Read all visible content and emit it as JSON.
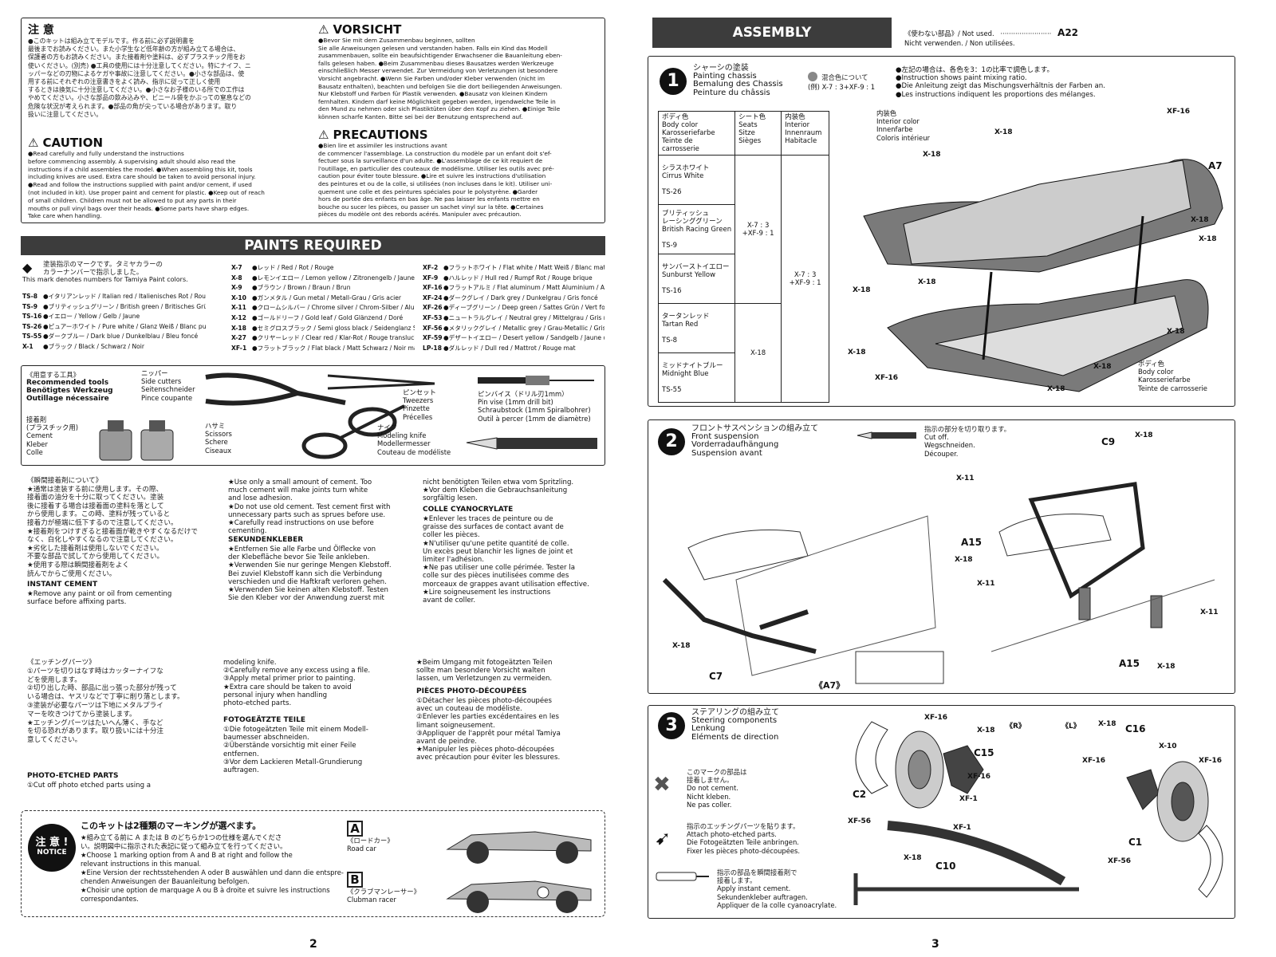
{
  "left": {
    "caution_jp": {
      "title": "注 意",
      "text": "●このキットは組み立てモデルです。作る前に必ず説明書を\n最後までお読みください。また小学生など低年齢の方が組み立てる場合は、\n保護者の方もお読みください。また接着剤や塗料は、必ずプラスチック用をお\n使いください。(別売) ●工具の使用には十分注意してください。特にナイフ、ニ\nッパーなどの刃物によるケガや事故に注意してください。●小さな部品は、使\n用する前にそれぞれの注意書きをよく読み、指示に従って正しく使用\nするときは換気に十分注意してください。●小さなお子様のいる所での工作は\nやめてください。小さな部品の飲み込みや、ビニール袋をかぶっての窒息などの\n危険な状況が考えられます。●部品の角が尖っている場合があります。取り\n扱いに注意してください。"
    },
    "vorsicht": {
      "title": "VORSICHT",
      "text": "●Bevor Sie mit dem Zusammenbau beginnen, sollten\nSie alle Anweisungen gelesen und verstanden haben. Falls ein Kind das Modell\nzusammenbauen, sollte ein beaufsichtigender Erwachsener die Bauanleitung eben-\nfalls gelesen haben. ●Beim Zusammenbau dieses Bausatzes werden Werkzeuge\neinschließlich Messer verwendet. Zur Vermeidung von Verletzungen ist besondere\nVorsicht angebracht. ●Wenn Sie Farben und/oder Kleber verwenden (nicht im\nBausatz enthalten), beachten und befolgen Sie die dort beiliegenden Anweisungen.\nNur Klebstoff und Farben für Plastik verwenden. ●Bausatz von kleinen Kindern\nfernhalten. Kindern darf keine Möglichkeit gegeben werden, irgendwelche Teile in\nden Mund zu nehmen oder sich Plastiktüten über den Kopf zu ziehen. ●Einige Teile\nkönnen scharfe Kanten. Bitte sei bei der Benutzung entsprechend auf."
    },
    "caution_en": {
      "title": "CAUTION",
      "text": "●Read carefully and fully understand the instructions\nbefore commencing assembly. A supervising adult should also read the\ninstructions if a child assembles the model. ●When assembling this kit, tools\nincluding knives are used. Extra care should be taken to avoid personal injury.\n●Read and follow the instructions supplied with paint and/or cement, if used\n(not included in kit). Use proper paint and cement for plastic. ●Keep out of reach\nof small children. Children must not be allowed to put any parts in their\nmouths or pull vinyl bags over their heads. ●Some parts have sharp edges.\nTake care when handling."
    },
    "precautions": {
      "title": "PRECAUTIONS",
      "text": "●Bien lire et assimiler les instructions avant\nde commencer l'assemblage. La construction du modèle par un enfant doit s'ef-\nfectuer sous la surveillance d'un adulte. ●L'assemblage de ce kit requiert de\nl'outillage, en particulier des couteaux de modélisme. Utiliser les outils avec pré-\ncaution pour éviter toute blessure. ●Lire et suivre les instructions d'utilisation\ndes peintures et ou de la colle, si utilisées (non incluses dans le kit). Utiliser uni-\nquement une colle et des peintures spéciales pour le polystyrène. ●Garder\nhors de portée des enfants en bas âge. Ne pas laisser les enfants mettre en\nbouche ou sucer les pièces, ou passer un sachet vinyl sur la tête. ●Certaines\npièces du modèle ont des rebords acérés. Manipuler avec précaution."
    },
    "paints_title": "PAINTS REQUIRED",
    "paints_intro_jp": "塗装指示のマークです。タミヤカラーの\nカラーナンバーで指示しました。",
    "paints_intro_en": "This mark denotes numbers for Tamiya Paint colors.",
    "paints_col1": [
      [
        "TS-8",
        "●イタリアンレッド / Italian red / Italienisches Rot / Rouge Italien"
      ],
      [
        "TS-9",
        "●ブリティッシュグリーン / British green / Britisches Grün / Vert Anglais"
      ],
      [
        "TS-16",
        "●イエロー / Yellow / Gelb / Jaune"
      ],
      [
        "TS-26",
        "●ピュアーホワイト / Pure white / Glanz Weiß / Blanc pur"
      ],
      [
        "TS-55",
        "●ダークブルー / Dark blue / Dunkelblau / Bleu foncé"
      ],
      [
        "X-1",
        "●ブラック / Black / Schwarz / Noir"
      ]
    ],
    "paints_col2": [
      [
        "X-7",
        "●レッド / Red / Rot / Rouge"
      ],
      [
        "X-8",
        "●レモンイエロー / Lemon yellow / Zitronengelb / Jaune citron"
      ],
      [
        "X-9",
        "●ブラウン / Brown / Braun / Brun"
      ],
      [
        "X-10",
        "●ガンメタル / Gun metal / Metall-Grau / Gris acier"
      ],
      [
        "X-11",
        "●クロームシルバー / Chrome silver / Chrom-Silber / Aluminium chromé"
      ],
      [
        "X-12",
        "●ゴールドリーフ / Gold leaf / Gold Glänzend / Doré"
      ],
      [
        "X-18",
        "●セミグロスブラック / Semi gloss black / Seidenglanz Schwarz / Noir satiné"
      ],
      [
        "X-27",
        "●クリヤーレッド / Clear red / Klar-Rot / Rouge translucide"
      ],
      [
        "XF-1",
        "●フラットブラック / Flat black / Matt Schwarz / Noir mat"
      ]
    ],
    "paints_col3": [
      [
        "XF-2",
        "●フラットホワイト / Flat white / Matt Weiß / Blanc mat"
      ],
      [
        "XF-9",
        "●ハルレッド / Hull red / Rumpf Rot / Rouge brique"
      ],
      [
        "XF-16",
        "●フラットアルミ / Flat aluminum / Matt Aluminium / Aluminium mat"
      ],
      [
        "XF-24",
        "●ダークグレイ / Dark grey / Dunkelgrau / Gris foncé"
      ],
      [
        "XF-26",
        "●ディープグリーン / Deep green / Sattes Grün / Vert foncé"
      ],
      [
        "XF-53",
        "●ニュートラルグレイ / Neutral grey / Mittelgrau / Gris neutre"
      ],
      [
        "XF-56",
        "●メタリックグレイ / Metallic grey / Grau-Metallic / Gris métallisé"
      ],
      [
        "XF-59",
        "●デザートイエロー / Desert yellow / Sandgelb / Jaune désert"
      ],
      [
        "LP-18",
        "●ダルレッド / Dull red / Mattrot / Rouge mat"
      ]
    ],
    "tools": {
      "title_jp": "《用意する工具》",
      "title_en": "Recommended tools",
      "title_de": "Benötigtes Werkzeug",
      "title_fr": "Outillage nécessaire",
      "cement": "接着剤\n(プラスチック用)\nCement\nKleber\nColle",
      "nipper": "ニッパー\nSide cutters\nSeitenschneider\nPince coupante",
      "scissors": "ハサミ\nScissors\nSchere\nCiseaux",
      "tweezers": "ピンセット\nTweezers\nPinzette\nPrécelles",
      "pinvise": "ピンバイス（ドリル刃1mm）\nPin vise (1mm drill bit)\nSchraubstock (1mm Spiralbohrer)\nOutil à percer (1mm de diamètre)",
      "knife": "ナイフ\nModeling knife\nModellermesser\nCouteau de modéliste"
    },
    "cement_jp": "《瞬間接着剤について》\n★通常は塗装する前に使用します。その際、\n接着面の油分を十分に取ってください。塗装\n後に接着する場合は接着面の塗料を落として\nから使用します。この時、塗料が残っていると\n接着力が極端に低下するので注意してください。\n★接着剤をつけすぎると接着面が乾きやすくなるだけで\nなく、白化しやすくなるので注意してください。\n★劣化した接着剤は使用しないでください。\n不要な部品で試してから使用してください。\n★使用する際は瞬間接着剤をよく\n読んでからご使用ください。",
    "cement_en_head": "INSTANT CEMENT",
    "cement_en": "★Remove any paint or oil from cementing\nsurface before affixing parts.",
    "cement_mid": "★Use only a small amount of cement. Too\nmuch cement will make joints turn white\nand lose adhesion.\n★Do not use old cement. Test cement first with\nunnecessary parts such as sprues before use.\n★Carefully read instructions on use before\ncementing.",
    "cement_de_head": "SEKUNDENKLEBER",
    "cement_de": "★Entfernen Sie alle Farbe und Ölflecke von\nder Klebefläche bevor Sie Teile ankleben.\n★Verwenden Sie nur geringe Mengen Klebstoff.\nBei zuviel Klebstoff kann sich die Verbindung\nverschieden und die Haftkraft verloren gehen.\n★Verwenden Sie keinen alten Klebstoff. Testen\nSie den Kleber vor der Anwendung zuerst mit",
    "cement_right": "nicht benötigten Teilen etwa vom Spritzling.\n★Vor dem Kleben die Gebrauchsanleitung\nsorgfältig lesen.",
    "cement_fr_head": "COLLE CYANOCRYLATE",
    "cement_fr": "★Enlever les traces de peinture ou de\ngraisse des surfaces de contact avant de\ncoller les pièces.\n★N'utiliser qu'une petite quantité de colle.\nUn excès peut blanchir les lignes de joint et\nlimiter l'adhésion.\n★Ne pas utiliser une colle périmée. Tester la\ncolle sur des pièces inutilisées comme des\nmorceaux de grappes avant utilisation effective.\n★Lire soigneusement les instructions\navant de coller.",
    "etch_jp": "《エッチングパーツ》\n①パーツを切りはなす時はカッターナイフな\nどを使用します。\n②切り出した時、部品に出っ張った部分が残って\nいる場合は、ヤスリなどで丁寧に削り落とします。\n③塗装が必要なパーツは下地にメタルプライ\nマーを吹きつけてから塗装します。\n★エッチングパーツはたいへん薄く、手など\nを切る恐れがあります。取り扱いには十分注\n意してください。",
    "etch_en_head": "PHOTO-ETCHED PARTS",
    "etch_en": "①Cut off photo etched parts using a",
    "etch_mid": "modeling knife.\n②Carefully remove any excess using a file.\n③Apply metal primer prior to painting.\n★Extra care should be taken to avoid\npersonal injury when handling\nphoto-etched parts.",
    "etch_de_head": "FOTOGEÄTZTE TEILE",
    "etch_de": "①Die fotogeätzten Teile mit einem Modell-\nbaumesser abschneiden.\n②Überstände vorsichtig mit einer Feile\nentfernen.\n③Vor dem Lackieren Metall-Grundierung\nauftragen.",
    "etch_right": "★Beim Umgang mit fotogeätzten Teilen\nsollte man besondere Vorsicht walten\nlassen, um Verletzungen zu vermeiden.",
    "etch_fr_head": "PIÈCES PHOTO-DÉCOUPÉES",
    "etch_fr": "①Détacher les pièces photo-découpées\navec un couteau de modéliste.\n②Enlever les parties excédentaires en les\nlimant soigneusement.\n③Appliquer de l'apprêt pour métal Tamiya\navant de peindre.\n★Manipuler les pièces photo-découpées\navec précaution pour éviter les blessures.",
    "notice_badge_jp": "注 意 !",
    "notice_badge_en": "NOTICE",
    "notice_title": "このキットは2種類のマーキングが選べます。",
    "notice_text": "★組み立てる前に A または B のどちらか1つの仕様を選んでくださ\nい。説明図中に指示された表記に従って組み立てを行ってください。\n★Choose 1 marking option from A and B at right and follow the\nrelevant instructions in this manual.\n★Eine Version der rechtsstehenden A oder B auswählen und dann die entspre-\nchenden Anweisungen der Bauanleitung befolgen.\n★Choisir une option de marquage A ou B à droite et suivre les instructions\ncorrespondantes.",
    "option_a_letter": "A",
    "option_a_jp": "《ロードカー》",
    "option_a_en": "Road car",
    "option_b_letter": "B",
    "option_b_jp": "《クラブマンレーサー》",
    "option_b_en": "Clubman racer",
    "page": "2"
  },
  "right": {
    "assembly_title": "ASSEMBLY",
    "notused_jp": "《使わない部品》/ Not used.",
    "notused_part": "A22",
    "notused_rest": "Nicht verwenden. / Non utilisées.",
    "step1": {
      "num": "1",
      "jp": "シャーシの塗装",
      "en": "Painting chassis",
      "de": "Bemalung des Chassis",
      "fr": "Peinture du châssis",
      "mix_jp": "混合色について",
      "mix_ex": "(例) X-7 : 3+XF-9 : 1",
      "mix_note": "●左記の場合は、各色を3：1の比率で調色します。\n●Instruction shows paint mixing ratio.\n●Die Anleitung zeigt das Mischungsverhältnis der Farben an.\n●Les instructions indiquent les proportions des mélanges.",
      "table_head": [
        "ボディ色\nBody color\nKarosseriefarbe\nTeinte de\ncarrosserie",
        "シート色\nSeats\nSitze\nSièges",
        "内装色\nInterior\nInnenraum\nHabitacle"
      ],
      "table_rows": [
        [
          "シラスホワイト\nCirrus White\n\nTS-26"
        ],
        [
          "ブリティッシュ\nレーシンググリーン\nBritish Racing Green\n\nTS-9"
        ],
        [
          "サンバーストイエロー\nSunburst Yellow\n\nTS-16"
        ],
        [
          "タータンレッド\nTartan Red\n\nTS-8"
        ],
        [
          "ミッドナイトブルー\nMidnight Blue\n\nTS-55"
        ]
      ],
      "seat_a": "X-7 : 3\n+XF-9 : 1",
      "seat_b": "X-18",
      "int_a": "X-7 : 3\n+XF-9 : 1",
      "interior_label": "内装色\nInterior color\nInnenfarbe\nColoris intérieur",
      "body_label": "ボディ色\nBody color\nKarosseriefarbe\nTeinte de carrosserie",
      "part_a7": "A7",
      "labels": [
        "XF-16",
        "X-18",
        "X-18",
        "X-18",
        "X-18",
        "X-18",
        "X-18",
        "XF-16",
        "X-18",
        "X-18",
        "X-18",
        "X-18"
      ]
    },
    "step2": {
      "num": "2",
      "jp": "フロントサスペンションの組み立て",
      "en": "Front suspension",
      "de": "Vorderradaufhängung",
      "fr": "Suspension avant",
      "cut_jp": "指示の部分を切り取ります。",
      "cut_text": "Cut off.\nWegschneiden.\nDécouper.",
      "parts": [
        "C9",
        "A15",
        "C7",
        "A15",
        "《A7》"
      ],
      "labels": [
        "X-18",
        "X-11",
        "X-18",
        "X-11",
        "X-18",
        "X-11",
        "X-18"
      ]
    },
    "step3": {
      "num": "3",
      "jp": "ステアリングの組み立て",
      "en": "Steering components",
      "de": "Lenkung",
      "fr": "Eléments de direction",
      "r": "《R》",
      "l": "《L》",
      "nocement_jp": "このマークの部品は\n接着しません。",
      "nocement": "Do not cement.\nNicht kleben.\nNe pas coller.",
      "etch_jp": "指示のエッチングパーツを貼ります。",
      "etch": "Attach photo-etched parts.\nDie Fotogeätzten Teile anbringen.\nFixer les pièces photo-découpées.",
      "instant_jp": "指示の部品を瞬間接着剤で\n接着します。",
      "instant": "Apply instant cement.\nSekundenkleber auftragen.\nAppliquer de la colle cyanoacrylate.",
      "parts": [
        "C15",
        "C16",
        "C2",
        "C1",
        "C10"
      ],
      "labels": [
        "XF-16",
        "X-18",
        "XF-16",
        "XF-1",
        "XF-56",
        "XF-1",
        "X-18",
        "X-18",
        "X-10",
        "XF-16",
        "XF-16",
        "XF-56"
      ]
    },
    "page": "3"
  }
}
